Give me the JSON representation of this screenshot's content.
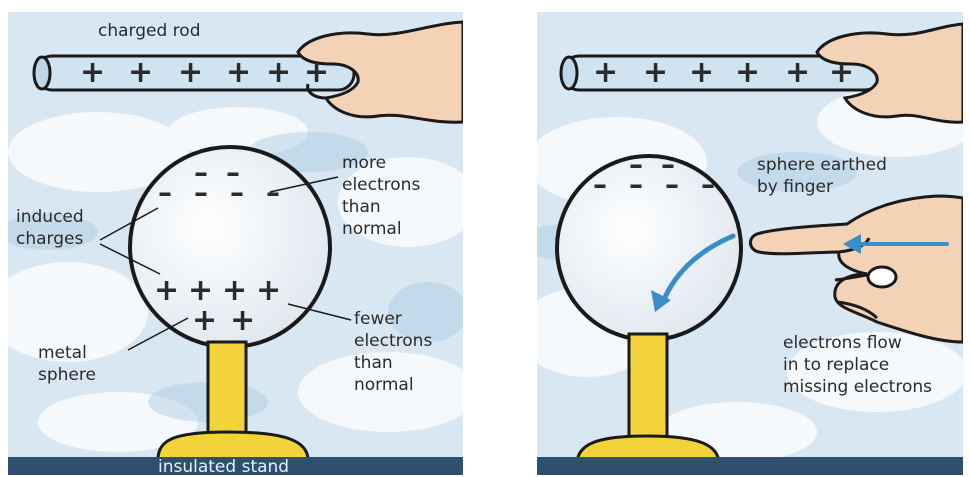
{
  "panels": [
    {
      "labels": {
        "charged_rod": "charged rod",
        "more_electrons": [
          "more",
          "electrons",
          "than",
          "normal"
        ],
        "induced_charges": [
          "induced",
          "charges"
        ],
        "metal_sphere": [
          "metal",
          "sphere"
        ],
        "fewer_electrons": [
          "fewer",
          "electrons",
          "than",
          "normal"
        ],
        "insulated_stand": "insulated stand"
      },
      "rod_charges": [
        "+",
        "+",
        "+",
        "+",
        "+",
        "+"
      ],
      "sphere_top_charges": [
        "–",
        "–",
        "–",
        "–",
        "–",
        "–"
      ],
      "sphere_bottom_charges": [
        "+",
        "+",
        "+",
        "+",
        "+",
        "+"
      ]
    },
    {
      "labels": {
        "sphere_earthed": [
          "sphere earthed",
          "by finger"
        ],
        "electrons_flow": [
          "electrons flow",
          "in to replace",
          "missing electrons"
        ]
      },
      "rod_charges": [
        "+",
        "+",
        "+",
        "+",
        "+",
        "+"
      ],
      "sphere_top_charges": [
        "–",
        "–",
        "–",
        "–",
        "–",
        "–"
      ]
    }
  ],
  "colors": {
    "sky": "#dce9f3",
    "cloud": "#ffffff",
    "ground": "#2f4f6e",
    "stand": "#f2d43a",
    "arrow": "#3a8ec8",
    "hand": "#f3d2b6"
  }
}
